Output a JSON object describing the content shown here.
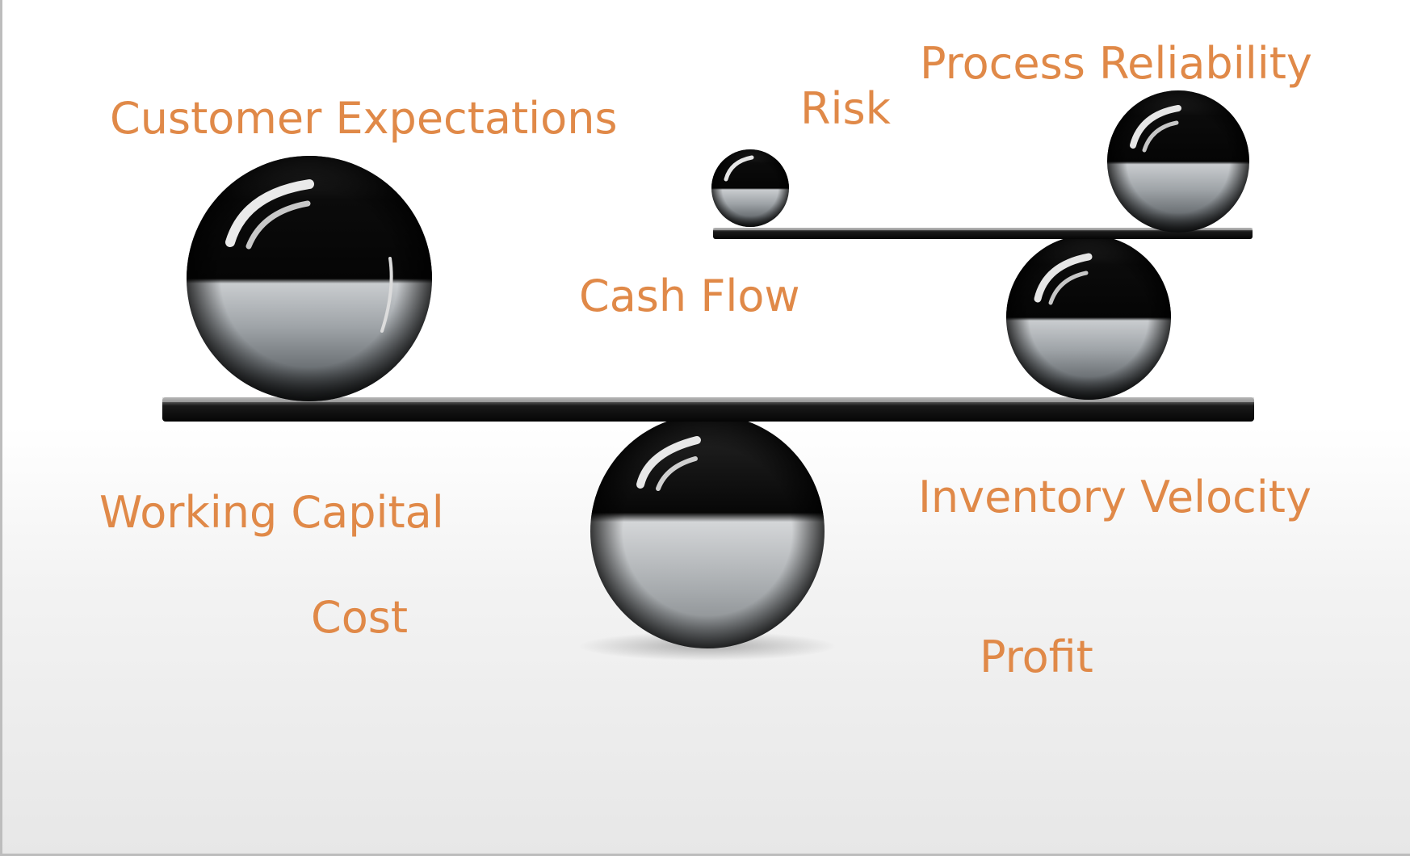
{
  "labels": {
    "customer_expectations": "Customer Expectations",
    "risk": "Risk",
    "process_reliability": "Process Reliability",
    "cash_flow": "Cash Flow",
    "working_capital": "Working Capital",
    "inventory_velocity": "Inventory Velocity",
    "cost": "Cost",
    "profit": "Profit"
  },
  "colors": {
    "label": "#e08948",
    "sphere_dark": "#0d0d0d",
    "sphere_light": "#b9bdc0",
    "board": "#1a1a1a"
  }
}
